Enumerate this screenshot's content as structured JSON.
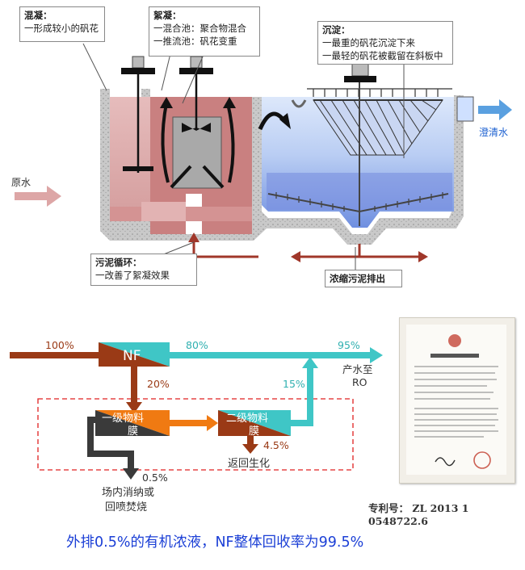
{
  "process": {
    "coag_title": "混凝：",
    "coag_line1": "一形成较小的矾花",
    "floc_title": "絮凝：",
    "floc_line1": "一混合池：聚合物混合",
    "floc_line2": "一推流池：矾花变重",
    "sed_title": "沉淀：",
    "sed_line1": "一最重的矾花沉淀下来",
    "sed_line2": "一最轻的矾花被截留在斜板中",
    "raw_water": "原水",
    "clear_water": "澄清水",
    "sludge_title": "污泥循环：",
    "sludge_line1": "一改善了絮凝效果",
    "sludge_out": "浓缩污泥排出"
  },
  "flow": {
    "inlet_pct": "100%",
    "nf_label": "NF",
    "nf_to_product_pct": "80%",
    "product_pct": "95%",
    "product_label_1": "产水至",
    "product_label_2": "RO",
    "nf_concentrate_pct": "20%",
    "stage1_line1": "一级物料",
    "stage1_line2": "膜",
    "stage2_line1": "二级物料",
    "stage2_line2": "膜",
    "stage2_permeate_pct": "15%",
    "stage2_concentrate_pct": "4.5%",
    "return_label": "返回生化",
    "stage1_discharge_pct": "0.5%",
    "discharge_label_1": "场内消纳或",
    "discharge_label_2": "回喷焚烧"
  },
  "patent_number": "专利号： ZL 2013 1 0548722.6",
  "summary": "外排0.5%的有机浓液，NF整体回收率为99.5%",
  "colors": {
    "nf_teal": "#3fc6c6",
    "concentrate_brown": "#9a3a16",
    "stage1_orange": "#f07a12",
    "discharge_dark": "#3a3a3a",
    "boundary_red": "#e02020",
    "summary_blue": "#1b3fd6",
    "water_blue": "#5aa0e0"
  }
}
